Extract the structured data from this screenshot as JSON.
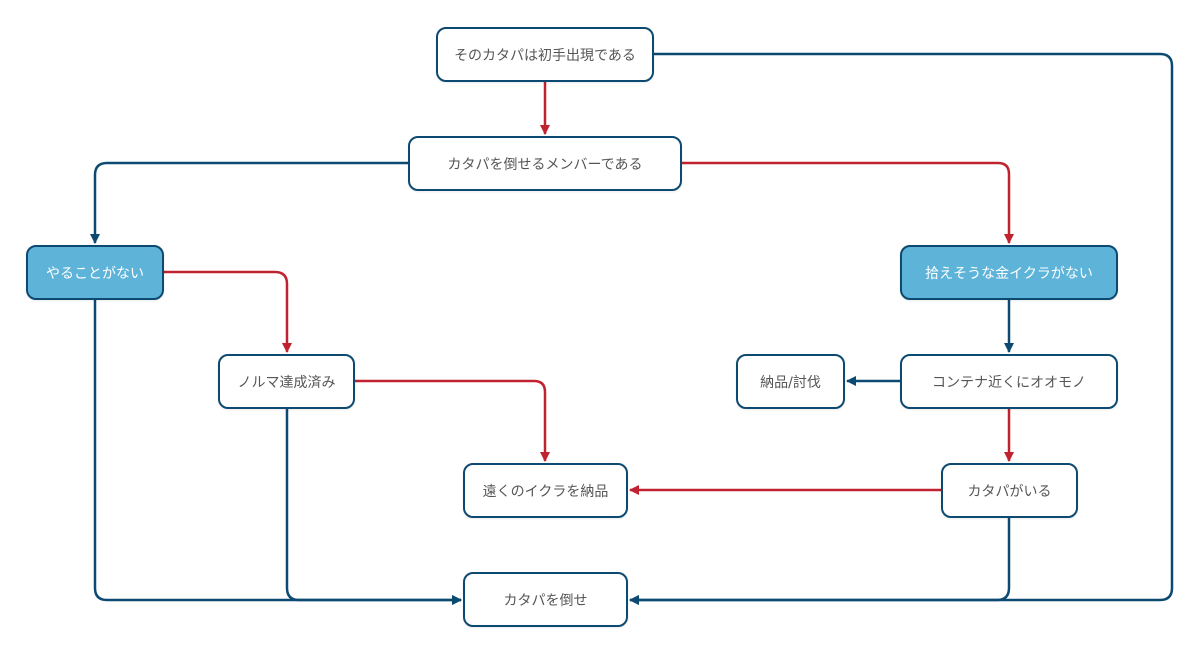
{
  "colors": {
    "yes_edge": "#c0222f",
    "no_edge": "#0d4a72",
    "node_border": "#0d4a72",
    "highlight_fill": "#5db3d8"
  },
  "nodes": {
    "first_appearance": "そのカタパは初手出現である",
    "can_defeat": "カタパを倒せるメンバーである",
    "nothing_to_do": "やることがない",
    "no_golden_roe": "拾えそうな金イクラがない",
    "quota_done": "ノルマ達成済み",
    "deliver_hunt": "納品/討伐",
    "big_boss_near": "コンテナ近くにオオモノ",
    "deliver_far_roe": "遠くのイクラを納品",
    "katapa_present": "カタパがいる",
    "defeat_katapa": "カタパを倒せ"
  }
}
